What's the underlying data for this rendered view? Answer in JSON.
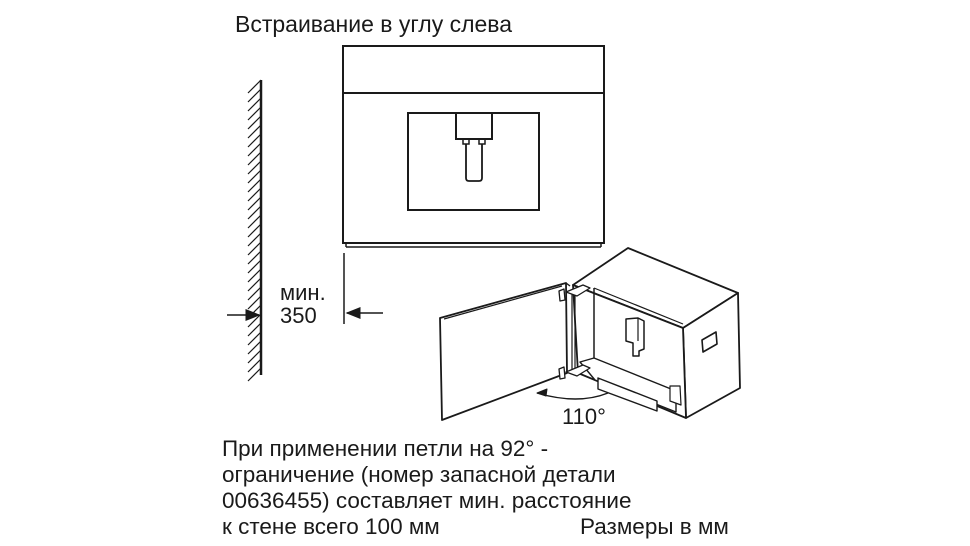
{
  "diagram": {
    "title": "Встраивание в углу слева",
    "clearance": {
      "label_line1": "мин.",
      "label_line2": "350"
    },
    "door_angle": "110°",
    "note": {
      "lines": [
        "При применении петли на 92° -",
        "ограничение (номер запасной детали",
        "00636455) составляет мин. расстояние",
        "к стене всего 100 мм"
      ]
    },
    "units": "Размеры в мм",
    "elements": {
      "wall": "wall-hatch",
      "front_view": "appliance-front-view",
      "iso_view": "appliance-isometric-open-door",
      "arrows": [
        "dimension-arrow-left",
        "dimension-arrow-right"
      ]
    },
    "colors": {
      "line": "#1a1a1a",
      "background": "#ffffff"
    }
  }
}
